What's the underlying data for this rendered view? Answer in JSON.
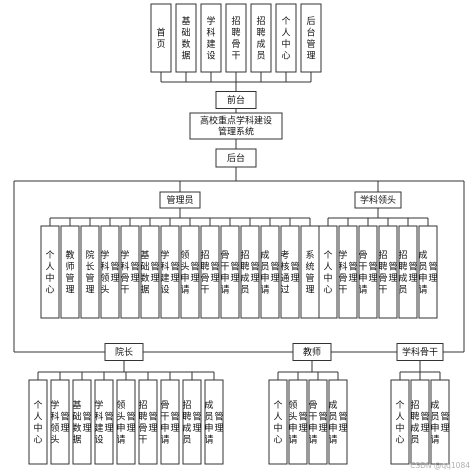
{
  "frontend_modules": [
    "首页",
    "基础数据",
    "学科建设",
    "招聘骨干",
    "招聘成员",
    "个人中心",
    "后台管理"
  ],
  "frontend": "前台",
  "system": "高校重点学科建设管理系统",
  "backend": "后台",
  "roles": {
    "admin": {
      "label": "管理员",
      "modules": [
        "个人中心",
        "教师管理",
        "院长管理",
        "学科领头管理",
        "学科骨干管理",
        "基础数据管理",
        "学科建设管理",
        "领头申请管理",
        "招聘骨干管理",
        "骨干申请管理",
        "招聘成员管理",
        "成员申请管理",
        "考核通过管理",
        "系统管理"
      ]
    },
    "leader": {
      "label": "学科领头",
      "modules": [
        "个人中心",
        "学科骨干管理",
        "骨干申请管理",
        "招聘骨干管理",
        "招聘成员管理",
        "成员申请管理"
      ]
    },
    "dean": {
      "label": "院长",
      "modules": [
        "个人中心",
        "学科领头管理",
        "基础数据管理",
        "学科建设管理",
        "领头申请管理",
        "招聘骨干管理",
        "骨干申请管理",
        "招聘成员管理",
        "成员申请管理"
      ]
    },
    "teacher": {
      "label": "教师",
      "modules": [
        "个人中心",
        "领头申请管理",
        "骨干申请管理",
        "成员申请管理"
      ]
    },
    "backbone": {
      "label": "学科骨干",
      "modules": [
        "个人中心",
        "招聘成员管理",
        "成员申请管理"
      ]
    }
  },
  "watermark": "CSDN @qq1084"
}
